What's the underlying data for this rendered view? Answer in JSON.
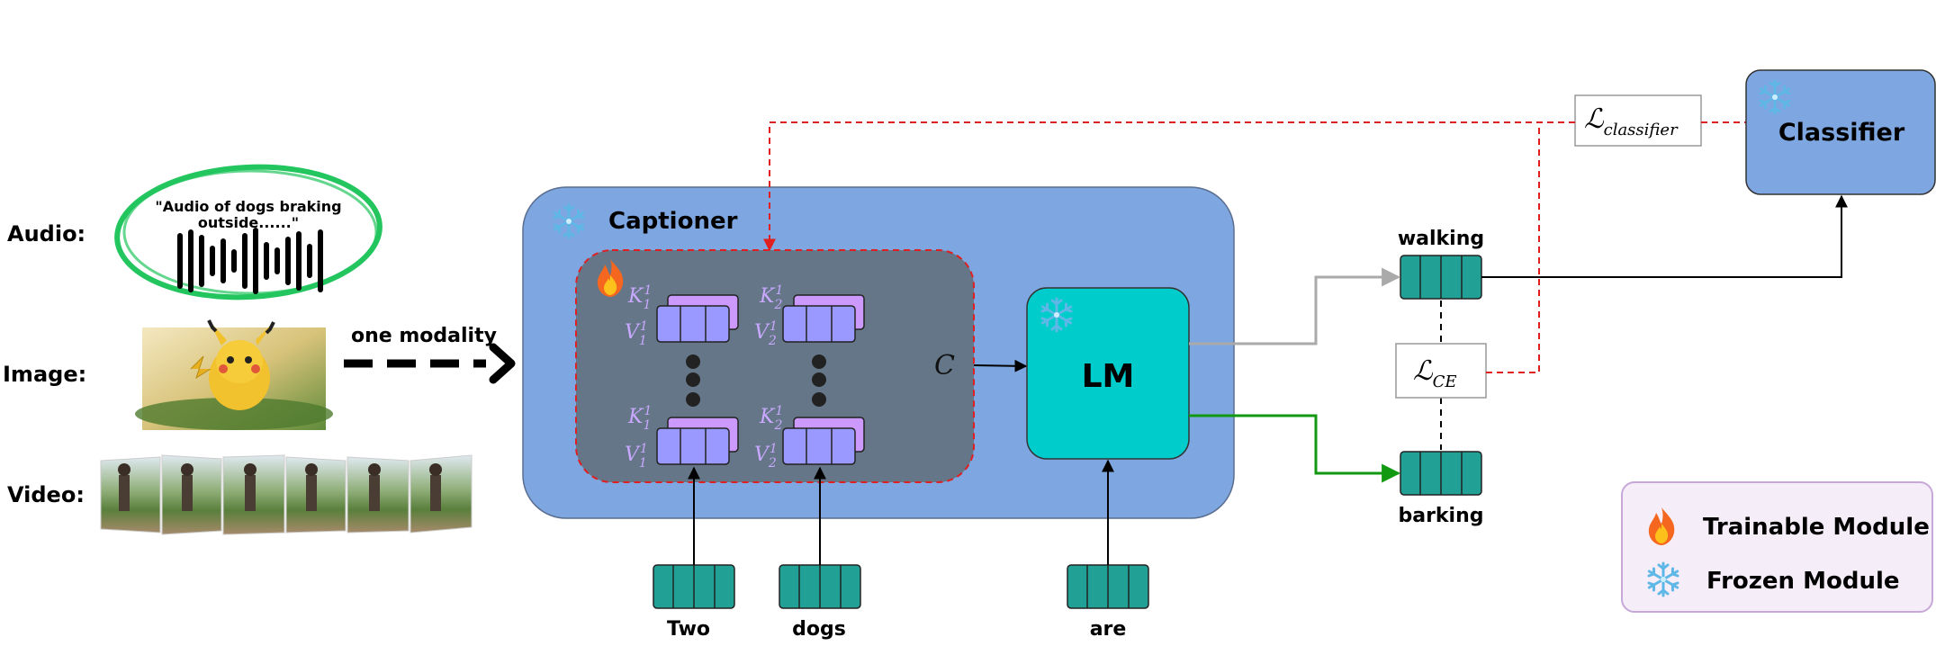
{
  "inputs": {
    "audio_label": "Audio:",
    "image_label": "Image:",
    "video_label": "Video:",
    "audio_caption_line1": "\"Audio of dogs braking",
    "audio_caption_line2": "outside......\"",
    "arrow_label": "one modality"
  },
  "captioner": {
    "title": "Captioner",
    "c_label": "C",
    "k1": "K",
    "v1": "V",
    "k2": "K",
    "v2": "V",
    "sub1": "1",
    "sub2": "2",
    "sup": "1"
  },
  "lm": {
    "label": "LM"
  },
  "tokens": {
    "two": "Two",
    "dogs": "dogs",
    "are": "are",
    "walking": "walking",
    "barking": "barking"
  },
  "losses": {
    "ce_main": "ℒ",
    "ce_sub": "CE",
    "cls_main": "ℒ",
    "cls_sub": "classifier"
  },
  "classifier": {
    "label": "Classifier"
  },
  "legend": {
    "trainable": "Trainable Module",
    "frozen": "Frozen Module"
  },
  "colors": {
    "captioner_bg": "#7ea6e0",
    "adapter_bg": "#647687",
    "lm_bg": "#00cccc",
    "token_bg": "#21a095",
    "kv_front": "#9999ff",
    "kv_back": "#cc99ff",
    "classifier_bg": "#7ea6e0",
    "green_ring": "#22c55e",
    "red_dash": "#e02020",
    "green_arrow": "#119911"
  }
}
